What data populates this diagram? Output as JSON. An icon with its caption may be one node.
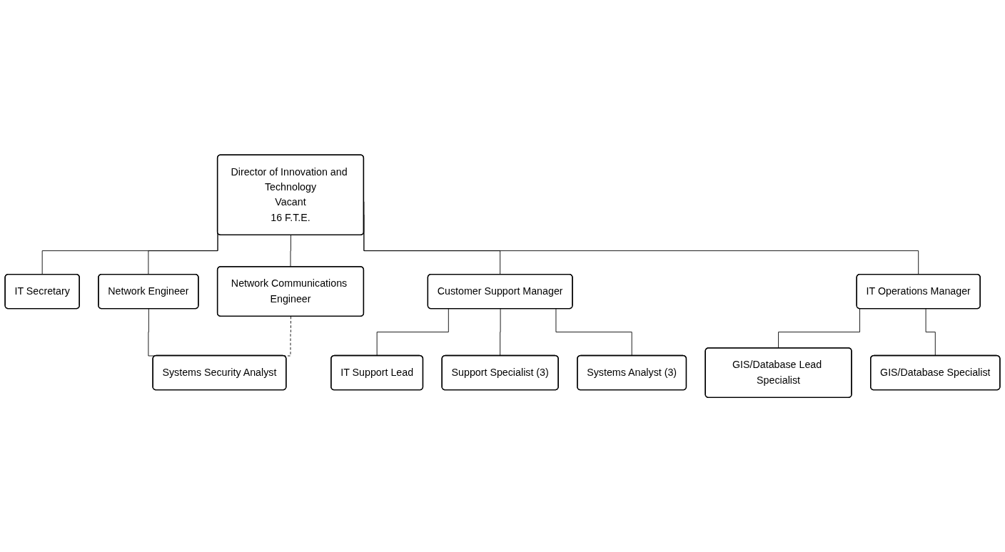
{
  "diagram": {
    "nodes": [
      {
        "text": [
          "Director of Innovation and Technology",
          "Vacant",
          "16 F.T.E."
        ]
      },
      {
        "text": [
          "IT Secretary"
        ]
      },
      {
        "text": [
          "Network Engineer"
        ]
      },
      {
        "text": [
          "Network Communications Engineer"
        ]
      },
      {
        "text": [
          "Customer Support Manager"
        ]
      },
      {
        "text": [
          "IT Operations Manager"
        ]
      },
      {
        "text": [
          "Systems Security Analyst"
        ]
      },
      {
        "text": [
          "IT Support Lead"
        ]
      },
      {
        "text": [
          "Support Specialist (3)"
        ]
      },
      {
        "text": [
          "Systems Analyst (3)"
        ]
      },
      {
        "text": [
          "GIS/Database Lead Specialist"
        ]
      },
      {
        "text": [
          "GIS/Database Specialist"
        ]
      }
    ],
    "edges": [
      {
        "from": 0,
        "to": 1,
        "arrow": "none"
      },
      {
        "from": 0,
        "to": 2,
        "arrow": "none"
      },
      {
        "from": 0,
        "to": 3,
        "arrow": "none"
      },
      {
        "from": 0,
        "to": 4,
        "arrow": "none"
      },
      {
        "from": 0,
        "to": 5,
        "arrow": "none"
      },
      {
        "from": 2,
        "to": 6,
        "arrow": "none"
      },
      {
        "from": 3,
        "to": 6,
        "arrow": "none",
        "style": "dashed"
      },
      {
        "from": 4,
        "to": 7,
        "arrow": "none"
      },
      {
        "from": 4,
        "to": 8,
        "arrow": "none"
      },
      {
        "from": 4,
        "to": 9,
        "arrow": "none"
      },
      {
        "from": 5,
        "to": 10,
        "arrow": "none"
      },
      {
        "from": 5,
        "to": 11,
        "arrow": "none"
      }
    ]
  }
}
